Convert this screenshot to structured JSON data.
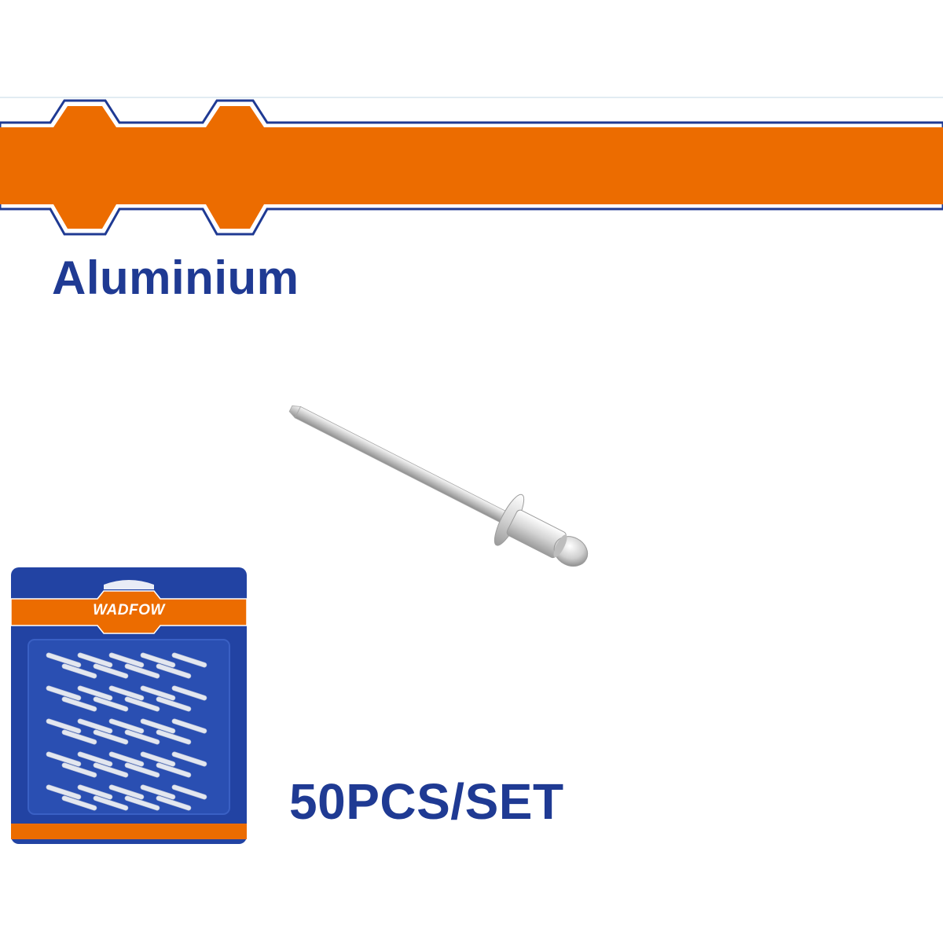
{
  "material": "Aluminium",
  "quantity": "50PCS/SET",
  "package": {
    "brand": "WADFOW"
  },
  "colors": {
    "brand_orange": "#ec6c00",
    "brand_blue": "#1f3a93",
    "package_blue": "#2243a3"
  },
  "icons": {
    "banner": "brand-stripe-decoration",
    "rivet": "blind-rivet-icon",
    "package": "blister-package-icon"
  }
}
